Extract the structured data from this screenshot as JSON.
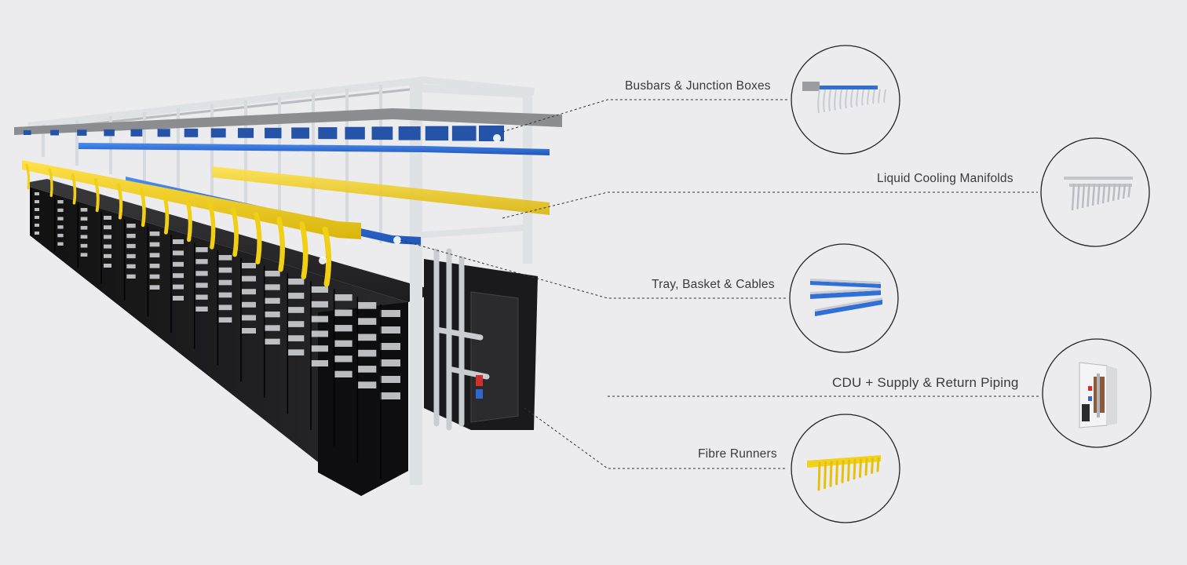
{
  "callouts": {
    "busbars": {
      "label": "Busbars & Junction Boxes",
      "icon": "busbar-junction-box-icon"
    },
    "cooling": {
      "label": "Liquid Cooling Manifolds",
      "icon": "cooling-manifold-icon"
    },
    "tray": {
      "label": "Tray, Basket & Cables",
      "icon": "cable-tray-icon"
    },
    "cdu": {
      "label": "CDU + Supply & Return Piping",
      "icon": "cdu-unit-icon"
    },
    "fibre": {
      "label": "Fibre Runners",
      "icon": "fibre-runner-icon"
    }
  },
  "colors": {
    "background": "#ecebee",
    "rack": "#1b1b1d",
    "frame": "#e4e6e8",
    "busbar": "#2f6fd6",
    "fibre": "#f2d21a",
    "leader": "#333333"
  }
}
